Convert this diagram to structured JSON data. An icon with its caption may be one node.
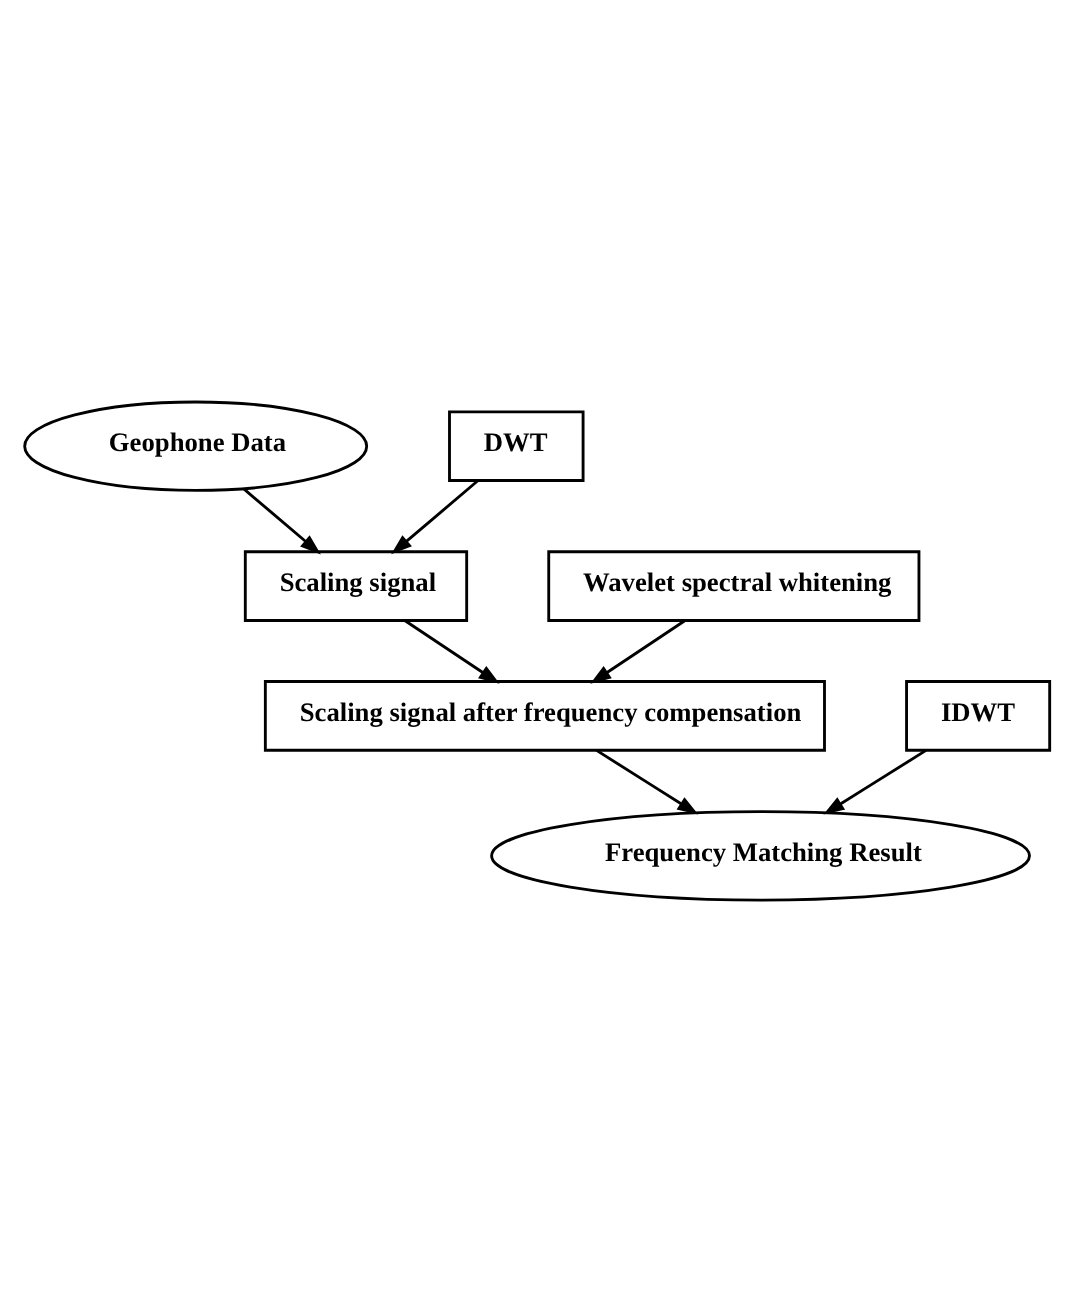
{
  "diagram": {
    "nodes": [
      {
        "text": [
          "Geophone Data"
        ]
      },
      {
        "text": [
          "DWT"
        ]
      },
      {
        "text": [
          "Scaling signal"
        ]
      },
      {
        "text": [
          "Wavelet spectral whitening"
        ]
      },
      {
        "text": [
          "Scaling signal after frequency compensation"
        ]
      },
      {
        "text": [
          "IDWT"
        ]
      },
      {
        "text": [
          "Frequency Matching Result"
        ]
      }
    ],
    "edges": [
      {
        "from": 0,
        "to": 2,
        "arrow": "to"
      },
      {
        "from": 1,
        "to": 2,
        "arrow": "to"
      },
      {
        "from": 2,
        "to": 4,
        "arrow": "to"
      },
      {
        "from": 3,
        "to": 4,
        "arrow": "to"
      },
      {
        "from": 4,
        "to": 6,
        "arrow": "to"
      },
      {
        "from": 5,
        "to": 6,
        "arrow": "to"
      }
    ]
  }
}
